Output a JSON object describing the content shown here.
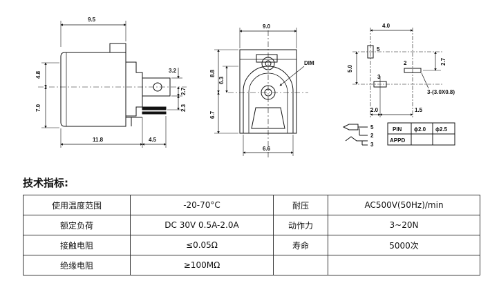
{
  "drawing": {
    "side_view": {
      "dim_width": "9.5",
      "dim_left_upper": "4.8",
      "dim_left_lower": "7.0",
      "dim_pin_top": "3.2",
      "dim_pin_mid": "2.7",
      "dim_pin_low": "2.3",
      "dim_length": "11.8",
      "dim_pin_length": "4.5"
    },
    "front_view": {
      "dim_width": "9.0",
      "dim_height_outer": "8.8",
      "dim_height_inner": "6.3",
      "dim_lower": "6.7",
      "dim_bottom": "6.6",
      "callout": "DIM"
    },
    "pcb_layout": {
      "dim_top": "4.0",
      "dim_left": "5.0",
      "dim_right": "2.7",
      "dim_bottom_left": "2.0",
      "dim_bottom_right": "1.5",
      "pin_5": "5",
      "pin_2": "2",
      "pin_3": "3",
      "hole_callout": "3-(3.0X0.8)"
    },
    "schematic": {
      "pin_5": "5",
      "pin_2": "2",
      "pin_3": "3"
    },
    "pin_table": {
      "header_pin": "PIN",
      "header_d1": "ϕ2.0",
      "header_d2": "ϕ2.5",
      "row_label": "APPD"
    }
  },
  "specs": {
    "heading": "技术指标:",
    "rows": [
      [
        "使用温度范围",
        "-20-70°C",
        "耐压",
        "AC500V(50Hz)/min"
      ],
      [
        "额定负荷",
        "DC 30V 0.5A-2.0A",
        "动作力",
        "3~20N"
      ],
      [
        "接触电阻",
        "≤0.05Ω",
        "寿命",
        "5000次"
      ],
      [
        "绝缘电阻",
        "≥100MΩ",
        "",
        ""
      ]
    ]
  }
}
